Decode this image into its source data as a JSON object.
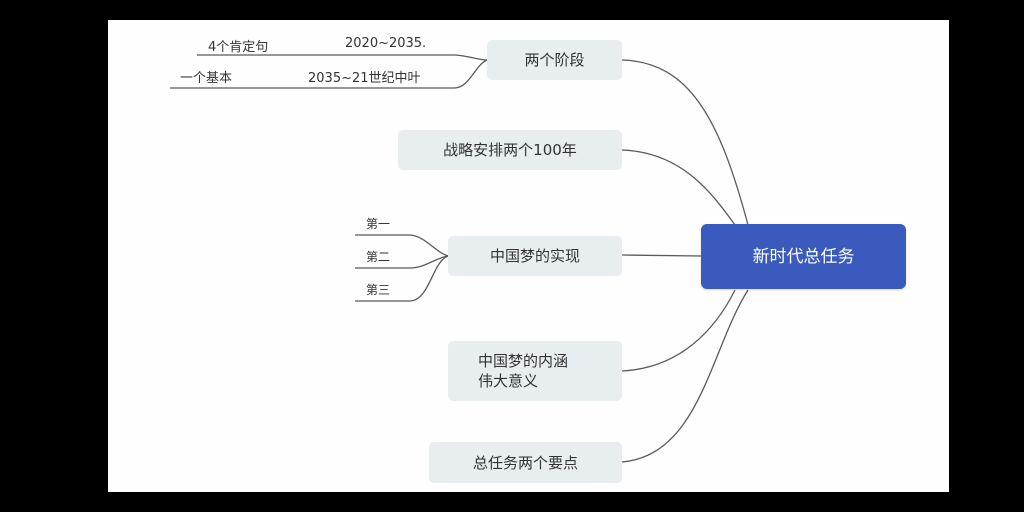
{
  "central": {
    "label": "新时代总任务",
    "color": "#3a5bbd"
  },
  "branches": [
    {
      "label": "两个阶段",
      "children": [
        {
          "label": "4个肯定句",
          "note": "2020~2035."
        },
        {
          "label": "一个基本",
          "note": "2035~21世纪中叶"
        }
      ]
    },
    {
      "label": "战略安排两个100年",
      "children": []
    },
    {
      "label": "中国梦的实现",
      "children": [
        {
          "label": "第一"
        },
        {
          "label": "第二"
        },
        {
          "label": "第三"
        }
      ]
    },
    {
      "label": "中国梦的内涵\n伟大意义",
      "children": []
    },
    {
      "label": "总任务两个要点",
      "children": []
    }
  ],
  "colors": {
    "node_bg": "#e8eef0",
    "line": "#555555",
    "canvas": "#fefefe"
  }
}
